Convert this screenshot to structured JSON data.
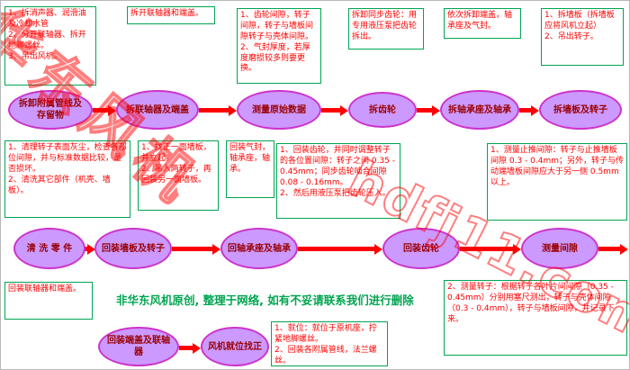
{
  "colors": {
    "note_border": "#00a551",
    "note_text": "#ff0000",
    "ellipse_fill": "#cc99ff",
    "ellipse_border": "#cc33cc",
    "ellipse_text": "#990000",
    "arrow": "#ff0000",
    "disclaimer": "#00a550",
    "watermark": "#ff0000"
  },
  "watermarks": {
    "brand": "华东风机",
    "site": "hdfj11.com"
  },
  "disclaimer": "非华东风机原创, 整理于网络, 如有不妥请联系我们进行删除",
  "flow": {
    "row1": {
      "notes": [
        "1、拆消声器、润滑油及冷却水管\n2、分开联轴器、拆开地脚螺丝。\n3、吊出风机。",
        "拆开联轴器和端盖。",
        "1、齿轮间隙，转子间隙，转子与墙板间隙转子与壳体间隙。\n2、气封厚度，若厚度磨损较多则要更换。",
        "拆卸同步齿轮：用专用液压泵把齿轮拆出。",
        "依次拆卸端盖，轴承座及气封。",
        "1、拆墙板（拆墙板应将风机立起）\n2、吊出转子。"
      ],
      "steps": [
        "拆卸附属管线及存留物",
        "拆联轴器及端盖",
        "测量原始数据",
        "拆齿轮",
        "拆轴承座及轴承",
        "拆墙板及转子"
      ]
    },
    "row2": {
      "notes": [
        "1、清理转子表面灰尘，检查各部位间隙，并与标准数据比较，是否损坏。\n2、清洗其它部件（机壳、墙板）。",
        "1、找正一面墙板，并立起。\n2、吊入两转子，再回装另一面墙板。",
        "回装气封，轴承座，轴承。",
        "1、回装齿轮，并同时调整转子的各位置间隙：转子之间 0.35 - 0.45mm；同步齿轮啮合间隙 0.08 - 0.16mm。\n2、然后用液压泵把齿轮压入。",
        "1、测量止推间隙：转子与止推墙板间隙 0.3 - 0.4mm；另外，转子与传动端墙板间隙应大于另一侧 0.5mm 以上。"
      ],
      "steps": [
        "清 洗 零 件",
        "回装墙板及转子",
        "回轴承座及轴承",
        "回装齿轮",
        "测量间隙"
      ]
    },
    "row3": {
      "notes": [
        "回装联轴器和端盖。",
        "1、就位：就位于原机座，拧紧地脚螺丝。\n2、回装各附属管线，法兰螺丝。",
        "2、测量转子：根据转子各叶片间间隙（0.35 - 0.45mm）分别用塞尺测出，转子与壳体间隙（0.3 - 0.4mm），转子与墙板间隙，并记录下来。"
      ],
      "steps": [
        "回装端盖及联轴器",
        "风机就位找正"
      ]
    }
  }
}
